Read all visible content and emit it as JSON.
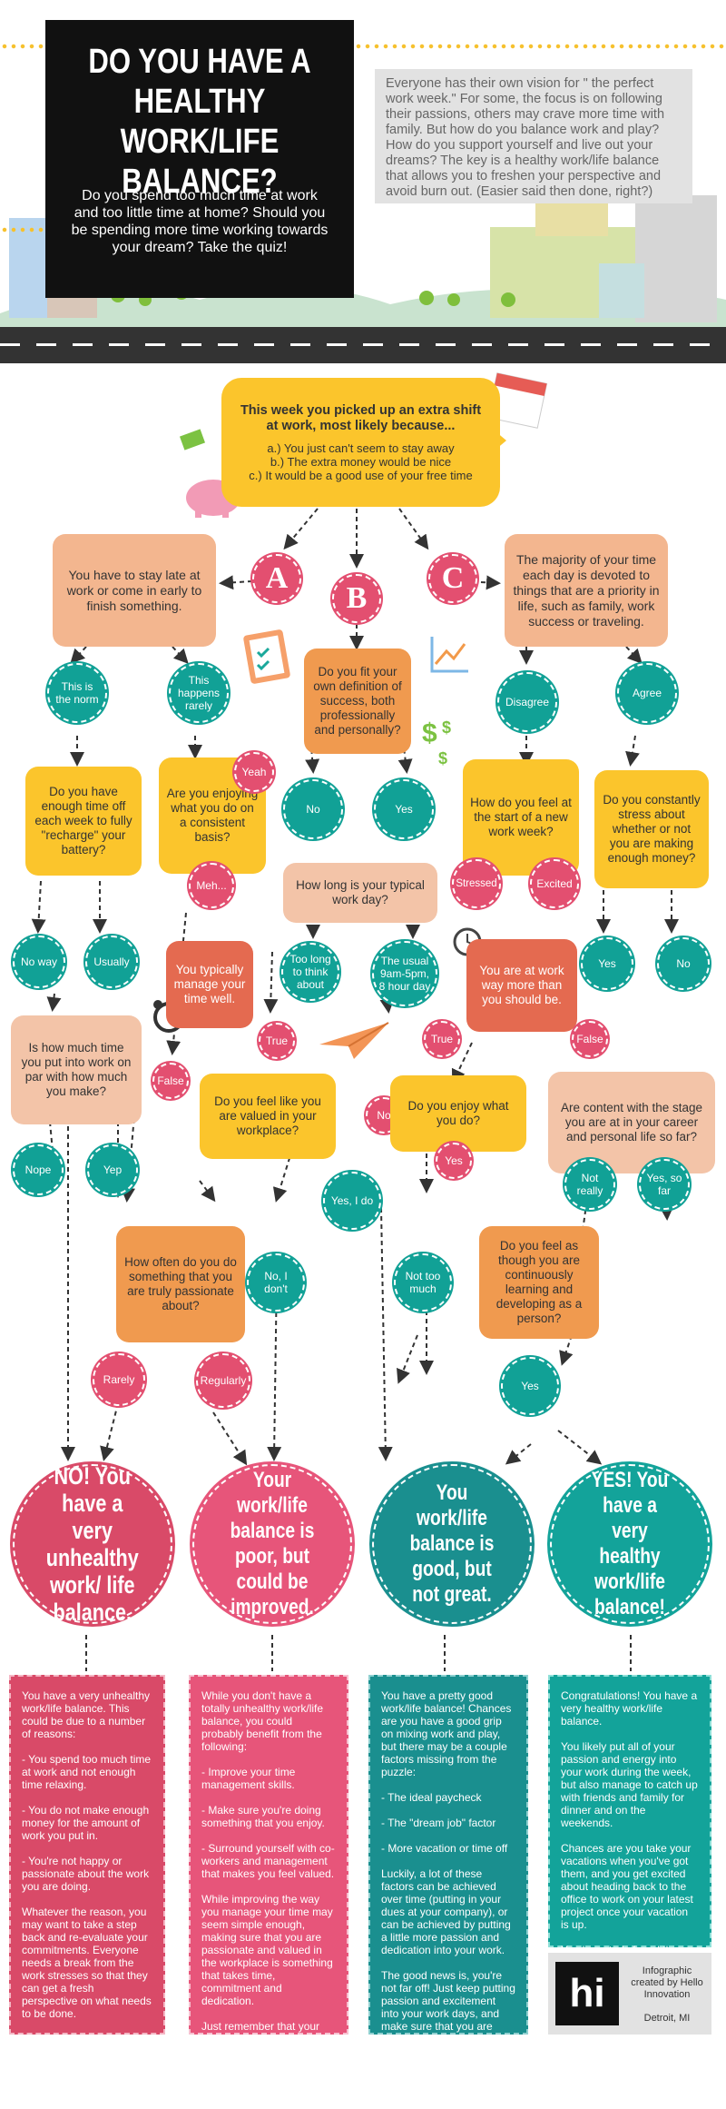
{
  "header": {
    "title": "DO YOU HAVE A HEALTHY WORK/LIFE BALANCE?",
    "subtitle": "Do you spend too much time at work and too little time at home? Should you be spending more time working towards your dream? Take the quiz!",
    "intro": "Everyone has their own vision for \" the perfect work week.\" For some, the focus is on following their passions, others may crave more time with family. But how do you balance work and play? How do you support yourself and live out your dreams? The key is a healthy work/life balance that allows you to freshen your perspective and avoid burn out. (Easier said then done, right?)"
  },
  "start": {
    "question": "This week you picked up an extra shift at work, most likely because...",
    "options": "a.) You just can't seem to stay away\nb.) The extra money would be nice\nc.) It would be a good use of your free time"
  },
  "letters": {
    "a": "A",
    "b": "B",
    "c": "C"
  },
  "nodes": {
    "a_box": "You have to stay late at work or come in early to finish something.",
    "c_box": "The majority of your time each day is devoted to things that are a priority in life, such as family, work success or traveling.",
    "norm": "This is the norm",
    "rarely": "This happens rarely",
    "success_q": "Do you fit your own definition of success, both professionally and personally?",
    "disagree": "Disagree",
    "agree": "Agree",
    "timeoff_q": "Do you have enough time off each week to fully \"recharge\" your battery?",
    "enjoying_q": "Are you enjoying what you do on a consistent basis?",
    "yeah": "Yeah",
    "meh": "Meh...",
    "no_mid": "No",
    "yes_mid": "Yes",
    "feel_start_q": "How do you feel at the start of a new work week?",
    "stress_q": "Do you constantly stress about whether or not you are making enough money?",
    "stressed": "Stressed",
    "excited": "Excited",
    "workday_q": "How long is your typical work day?",
    "no_way": "No way",
    "usually": "Usually",
    "manage_box": "You typically manage your time well.",
    "too_long": "Too long to think about",
    "usual_9_5": "The usual 9am-5pm, 8 hour day",
    "at_work_box": "You are at work way more than you should be.",
    "yes_right": "Yes",
    "no_right": "No",
    "par_q": "Is how much time you put into work on par with how much you make?",
    "true1": "True",
    "false1": "False",
    "valued_q": "Do you feel like you are valued in your workplace?",
    "no_valued": "No",
    "enjoy_q": "Do you enjoy what you do?",
    "true2": "True",
    "false2": "False",
    "content_q": "Are content with the stage you are at in your career and personal life so far?",
    "nope": "Nope",
    "yep": "Yep",
    "yes_i_do": "Yes, I do",
    "yes_enjoy": "Yes",
    "not_really": "Not really",
    "yes_so_far": "Yes, so far",
    "passionate_q": "How often do you do something that you are truly passionate about?",
    "no_i_dont": "No, I don't",
    "not_too_much": "Not too much",
    "learning_q": "Do you feel as though you are continuously learning and developing as a person?",
    "rarely2": "Rarely",
    "regularly": "Regularly",
    "yes_learn": "Yes"
  },
  "results": [
    {
      "title": "NO! You have a very unhealthy work/ life balance.",
      "color": "#d94a68"
    },
    {
      "title": "Your work/life balance is poor, but could be improved.",
      "color": "#e7557a"
    },
    {
      "title": "You work/life balance is good, but not great.",
      "color": "#1a8f8f"
    },
    {
      "title": "YES! You have a very healthy work/life balance!",
      "color": "#13a39a"
    }
  ],
  "result_text": [
    "You have a very unhealthy work/life balance. This could be due to a number of reasons:\n\n- You spend too much time at work and not enough time relaxing.\n\n- You do not make enough money for the amount of work you put in.\n\n- You're not happy or passionate about the work you are doing.\n\nWhatever the reason, you may want to take a step back and re-evaluate your commitments. Everyone needs a break from the work stresses so that they can get a fresh perspective on what needs to be done.\n\nThe key to doing this is to set up a manageable structure for work and play, and surround yourself with a support system you trust.",
    "While you don't have a totally unhealthy work/life balance, you could probably benefit from the following:\n\n- Improve your time management skills.\n\n- Make sure you're doing something that you enjoy.\n\n- Surround yourself with co-workers and management that makes you feel valued.\n\nWhile improving the way you manage your time may seem simple enough, making sure that you are passionate and valued in the workplace is something that takes time, commitment and dedication.\n\nJust remember that your career doesn't have to be work when you are passionate about what you're doing.",
    "You have a pretty good work/life balance! Chances are you have a good grip on mixing work and play, but there may be a couple factors missing from the puzzle:\n\n- The ideal paycheck\n\n- The \"dream job\" factor\n\n- More vacation or time off\n\nLuckily, a lot of these factors can be achieved over time (putting in your dues at your company), or can be achieved by putting a little more passion and dedication into your work.\n\nThe good news is, you're not far off! Just keep putting passion and excitement into your work days, and make sure that you are doing what you love!",
    "Congratulations! You have a very healthy work/life balance.\n\nYou likely put all of your passion and energy into your work during the week, but also manage to catch up with friends and family for dinner and on the weekends.\n\nChances are you take your vacations when you've got them, and you get excited about heading back to the office to work on your latest project once your vacation is up.\n\nYou have truly found the perfect balance. Keep it up!"
  ],
  "footer": {
    "logo": "hi",
    "credit": "Infographic created by Hello Innovation",
    "location": "Detroit, MI"
  },
  "icons": [
    "piggy-bank-icon",
    "calendar-icon",
    "clipboard-icon",
    "chart-icon",
    "dollar-icon",
    "clock-icon",
    "paper-plane-icon",
    "alarm-clock-icon"
  ]
}
